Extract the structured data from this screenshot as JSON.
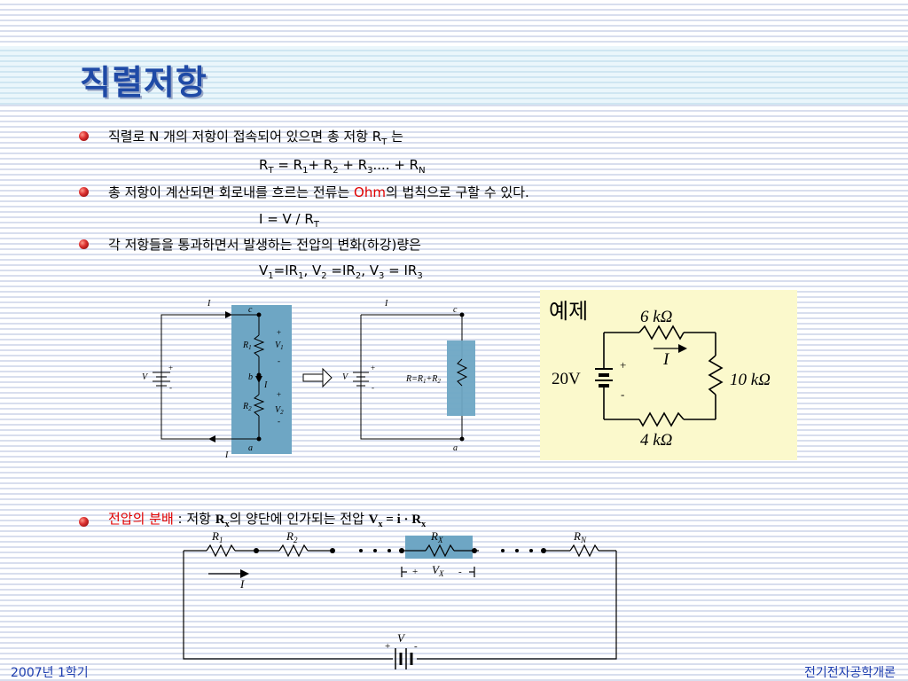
{
  "title": "직렬저항",
  "bullets": [
    {
      "text": "직렬로 N 개의 저항이 접속되어 있으면 총 저항 R",
      "sub": "T",
      "tail": " 는"
    },
    {
      "before": "총 저항이 계산되면 회로내를 흐르는 전류는 ",
      "highlight": "Ohm",
      "after": "의 법칙으로 구할 수 있다."
    },
    {
      "text": "각 저항들을 통과하면서 발생하는 전압의 변화(하강)량은"
    },
    {
      "highlight": "전압의 분배",
      "text": " : 저항 ",
      "rx_base": "R",
      "rx_sub": "x",
      "after": "의 양단에 인가되는 전압 ",
      "formula_v": "V",
      "formula_vsub": "x",
      "formula_mid": " = i · R",
      "formula_rsub": "x"
    }
  ],
  "formulas": {
    "rt": {
      "a": "R",
      "a_sub": "T",
      "eq": " = R",
      "s1": "1",
      "p2": "+ R",
      "s2": "2",
      "p3": " + R",
      "s3": "3",
      "dots": ".... + R",
      "sN": "N"
    },
    "ohm": {
      "a": "I = V / R",
      "a_sub": "T"
    },
    "v": {
      "p1": "V",
      "s1": "1",
      "p2": "=IR",
      "s2": "1",
      "p3": ", V",
      "s3": "2",
      "p4": " =IR",
      "s4": "2",
      "p5": ", V",
      "s5": "3",
      "p6": " = IR",
      "s6": "3"
    }
  },
  "circuit1": {
    "I": "I",
    "c": "c",
    "b": "b",
    "a": "a",
    "R": "R",
    "r1": "1",
    "r2": "2",
    "V": "V",
    "plus": "+",
    "minus": "-"
  },
  "circuit2": {
    "I": "I",
    "c": "c",
    "a": "a",
    "V": "V",
    "req_prefix": "R=R",
    "req_s1": "1",
    "req_mid": "+R",
    "req_s2": "2",
    "plus": "+",
    "minus": "-"
  },
  "example": {
    "heading": "예제",
    "r_top": "6 kΩ",
    "r_right": "10 kΩ",
    "r_bottom": "4 kΩ",
    "source": "20V",
    "I": "I",
    "plus": "+",
    "minus": "-"
  },
  "divider": {
    "R": "R",
    "s1": "1",
    "s2": "2",
    "sX": "X",
    "sN": "N",
    "V": "V",
    "I": "I",
    "plus": "+",
    "minus": "-"
  },
  "footer": {
    "left": "2007년 1학기",
    "right": "전기전자공학개론"
  },
  "colors": {
    "title": "#1f4aa6",
    "highlight": "#e00000",
    "panel": "#6ea6c4",
    "example_bg": "#fbf9cc",
    "footer": "#1f3fb0"
  }
}
